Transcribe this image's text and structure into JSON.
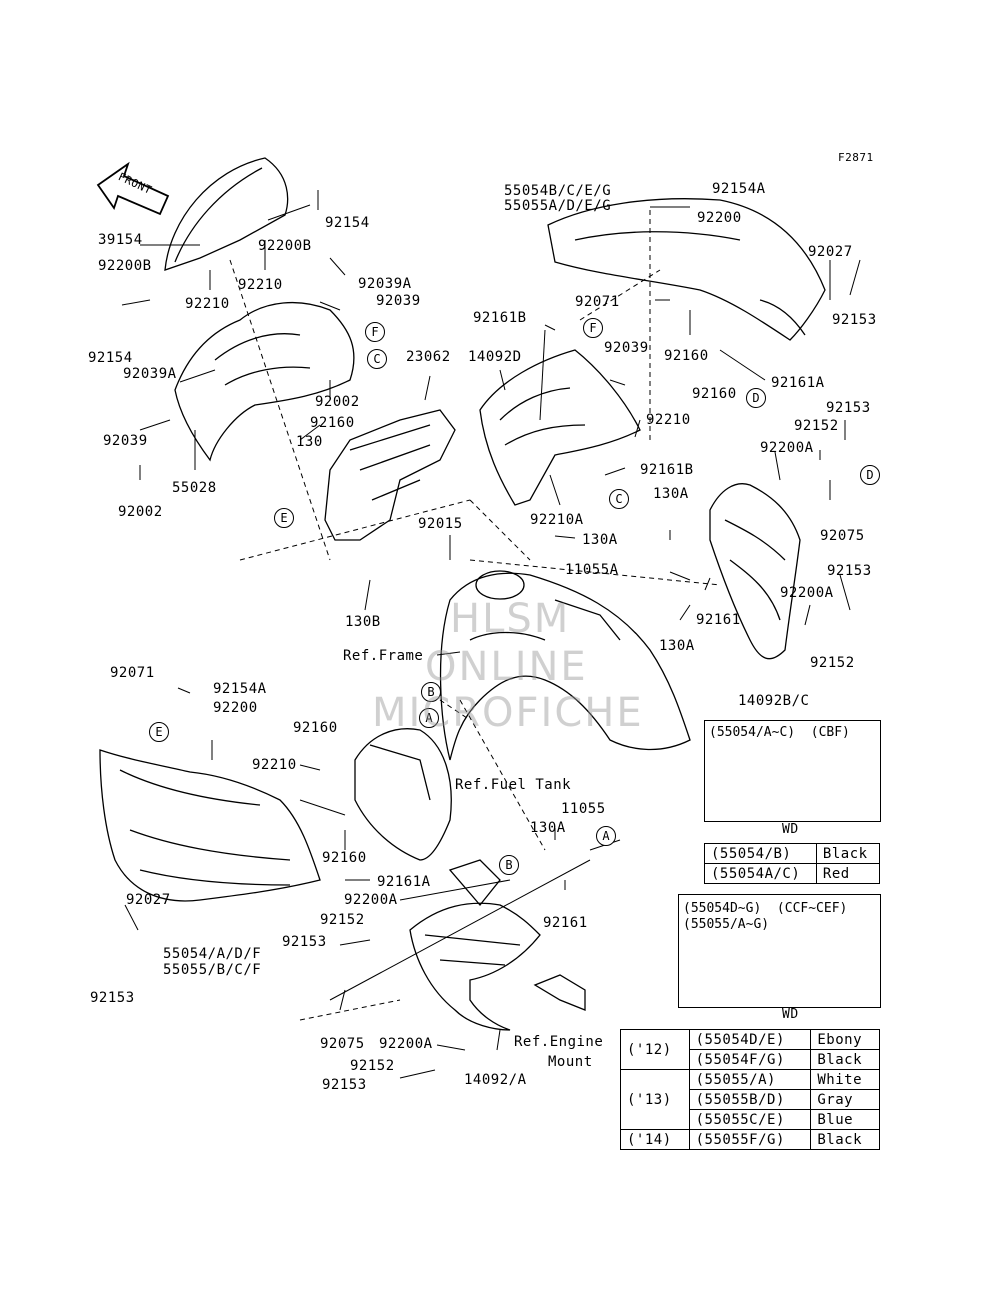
{
  "figure_id": "F2871",
  "front_arrow": "FRONT",
  "parts": [
    {
      "id": "p1",
      "text": "92154"
    },
    {
      "id": "p2",
      "text": "92200B"
    },
    {
      "id": "p3",
      "text": "39154"
    },
    {
      "id": "p4",
      "text": "92200B"
    },
    {
      "id": "p5",
      "text": "92210"
    },
    {
      "id": "p6",
      "text": "92210"
    },
    {
      "id": "p7",
      "text": "92039A"
    },
    {
      "id": "p8",
      "text": "92039"
    },
    {
      "id": "p9",
      "text": "92154"
    },
    {
      "id": "p10",
      "text": "92039A"
    },
    {
      "id": "p11",
      "text": "92002"
    },
    {
      "id": "p12",
      "text": "92160"
    },
    {
      "id": "p13",
      "text": "92039"
    },
    {
      "id": "p14",
      "text": "55028"
    },
    {
      "id": "p15",
      "text": "130"
    },
    {
      "id": "p16",
      "text": "92002"
    },
    {
      "id": "p17",
      "text": "23062"
    },
    {
      "id": "p18",
      "text": "14092D"
    },
    {
      "id": "p19",
      "text": "92161B"
    },
    {
      "id": "p20",
      "text": "92039"
    },
    {
      "id": "p21",
      "text": "92210"
    },
    {
      "id": "p22",
      "text": "92161B"
    },
    {
      "id": "p23",
      "text": "92210A"
    },
    {
      "id": "p24",
      "text": "92015"
    },
    {
      "id": "p25",
      "text": "130A"
    },
    {
      "id": "p26",
      "text": "130B"
    },
    {
      "id": "p27",
      "text": "Ref.Frame"
    },
    {
      "id": "p28",
      "text": "55054B/C/E/G"
    },
    {
      "id": "p29",
      "text": "55055A/D/E/G"
    },
    {
      "id": "p30",
      "text": "92154A"
    },
    {
      "id": "p31",
      "text": "92200"
    },
    {
      "id": "p32",
      "text": "92027"
    },
    {
      "id": "p33",
      "text": "92071"
    },
    {
      "id": "p34",
      "text": "92153"
    },
    {
      "id": "p35",
      "text": "92160"
    },
    {
      "id": "p36",
      "text": "92160"
    },
    {
      "id": "p37",
      "text": "92161A"
    },
    {
      "id": "p38",
      "text": "92153"
    },
    {
      "id": "p39",
      "text": "92152"
    },
    {
      "id": "p40",
      "text": "92200A"
    },
    {
      "id": "p41",
      "text": "92075"
    },
    {
      "id": "p42",
      "text": "130A"
    },
    {
      "id": "p43",
      "text": "11055A"
    },
    {
      "id": "p44",
      "text": "92161"
    },
    {
      "id": "p45",
      "text": "130A"
    },
    {
      "id": "p46",
      "text": "92200A"
    },
    {
      "id": "p47",
      "text": "92153"
    },
    {
      "id": "p48",
      "text": "92152"
    },
    {
      "id": "p49",
      "text": "14092B/C"
    },
    {
      "id": "p50",
      "text": "92071"
    },
    {
      "id": "p51",
      "text": "92154A"
    },
    {
      "id": "p52",
      "text": "92200"
    },
    {
      "id": "p53",
      "text": "92160"
    },
    {
      "id": "p54",
      "text": "92210"
    },
    {
      "id": "p55",
      "text": "Ref.Fuel Tank"
    },
    {
      "id": "p56",
      "text": "92160"
    },
    {
      "id": "p57",
      "text": "92161A"
    },
    {
      "id": "p58",
      "text": "11055"
    },
    {
      "id": "p59",
      "text": "130A"
    },
    {
      "id": "p60",
      "text": "92027"
    },
    {
      "id": "p61",
      "text": "92200A"
    },
    {
      "id": "p62",
      "text": "92152"
    },
    {
      "id": "p63",
      "text": "92161"
    },
    {
      "id": "p64",
      "text": "92153"
    },
    {
      "id": "p65",
      "text": "55054/A/D/F"
    },
    {
      "id": "p66",
      "text": "55055/B/C/F"
    },
    {
      "id": "p67",
      "text": "92153"
    },
    {
      "id": "p68",
      "text": "92075"
    },
    {
      "id": "p69",
      "text": "92200A"
    },
    {
      "id": "p70",
      "text": "Ref.Engine"
    },
    {
      "id": "p71",
      "text": "Mount"
    },
    {
      "id": "p72",
      "text": "92152"
    },
    {
      "id": "p73",
      "text": "92153"
    },
    {
      "id": "p74",
      "text": "14092/A"
    }
  ],
  "callouts": [
    {
      "id": "c1",
      "text": "F"
    },
    {
      "id": "c2",
      "text": "C"
    },
    {
      "id": "c3",
      "text": "F"
    },
    {
      "id": "c4",
      "text": "D"
    },
    {
      "id": "c5",
      "text": "D"
    },
    {
      "id": "c6",
      "text": "C"
    },
    {
      "id": "c7",
      "text": "E"
    },
    {
      "id": "c8",
      "text": "B"
    },
    {
      "id": "c9",
      "text": "A"
    },
    {
      "id": "c10",
      "text": "E"
    },
    {
      "id": "c11",
      "text": "B"
    },
    {
      "id": "c12",
      "text": "A"
    }
  ],
  "watermark": [
    "HLSM",
    "ONLINE",
    "MICROFICHE"
  ],
  "box_cbf": {
    "title": "(55054/A~C)  (CBF)",
    "wd": "WD"
  },
  "table_cbf": [
    [
      "(55054/B)",
      "Black"
    ],
    [
      "(55054A/C)",
      "Red"
    ]
  ],
  "box_ccf": {
    "title1": "(55054D~G)  (CCF~CEF)",
    "title2": "(55055/A~G)",
    "wd": "WD"
  },
  "table_colors": [
    [
      "('12)",
      "(55054D/E)",
      "Ebony"
    ],
    [
      "",
      "(55054F/G)",
      "Black"
    ],
    [
      "",
      "(55055/A)",
      "White"
    ],
    [
      "('13)",
      "(55055B/D)",
      "Gray"
    ],
    [
      "",
      "(55055C/E)",
      "Blue"
    ],
    [
      "('14)",
      "(55055F/G)",
      "Black"
    ]
  ]
}
